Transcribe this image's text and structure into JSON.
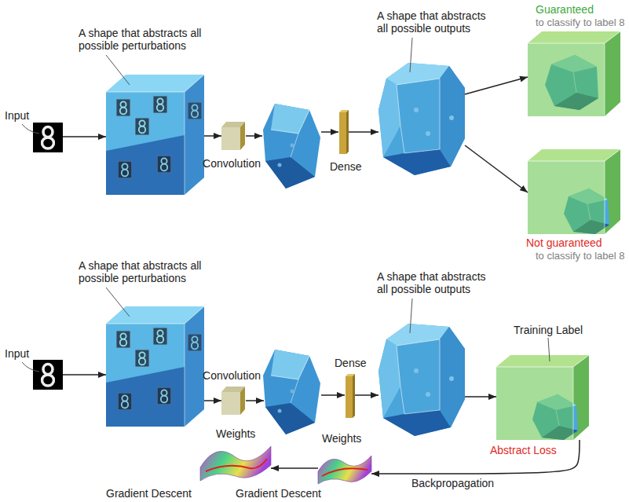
{
  "diagram": {
    "nodes": [
      {
        "text": [
          "Input"
        ]
      },
      {
        "text": [
          "A shape that abstracts all possible perturbations"
        ]
      },
      {
        "text": [
          "Convolution"
        ]
      },
      {
        "text": [
          "Dense"
        ]
      },
      {
        "text": [
          "A shape that abstracts all possible outputs"
        ]
      },
      {
        "text": [
          "Guaranteed",
          "to classify to label 8"
        ]
      },
      {
        "text": [
          "Not guaranteed",
          "to classify to label 8"
        ]
      },
      {
        "text": [
          "Input"
        ]
      },
      {
        "text": [
          "A shape that abstracts all possible perturbations"
        ]
      },
      {
        "text": [
          "Convolution"
        ]
      },
      {
        "text": [
          "Dense"
        ]
      },
      {
        "text": [
          "A shape that abstracts all possible outputs"
        ]
      },
      {
        "text": [
          "Training Label",
          "Abstract Loss"
        ]
      },
      {
        "text": [
          "Weights",
          "Gradient Descent"
        ]
      },
      {
        "text": [
          "Weights",
          "Gradient Descent"
        ]
      }
    ],
    "edges": [
      {
        "from": 0,
        "to": 1,
        "arrow": "to"
      },
      {
        "from": 1,
        "to": 2,
        "arrow": "to"
      },
      {
        "from": 3,
        "to": 4,
        "arrow": "to"
      },
      {
        "from": 4,
        "to": 5,
        "arrow": "to"
      },
      {
        "from": 4,
        "to": 6,
        "arrow": "to"
      },
      {
        "from": 7,
        "to": 8,
        "arrow": "to"
      },
      {
        "from": 8,
        "to": 9,
        "arrow": "to"
      },
      {
        "from": 10,
        "to": 11,
        "arrow": "to"
      },
      {
        "from": 11,
        "to": 12,
        "arrow": "to"
      },
      {
        "from": 12,
        "to": 14,
        "label": "Backpropagation",
        "arrow": "to"
      },
      {
        "from": 14,
        "to": 13,
        "arrow": "to"
      }
    ]
  }
}
